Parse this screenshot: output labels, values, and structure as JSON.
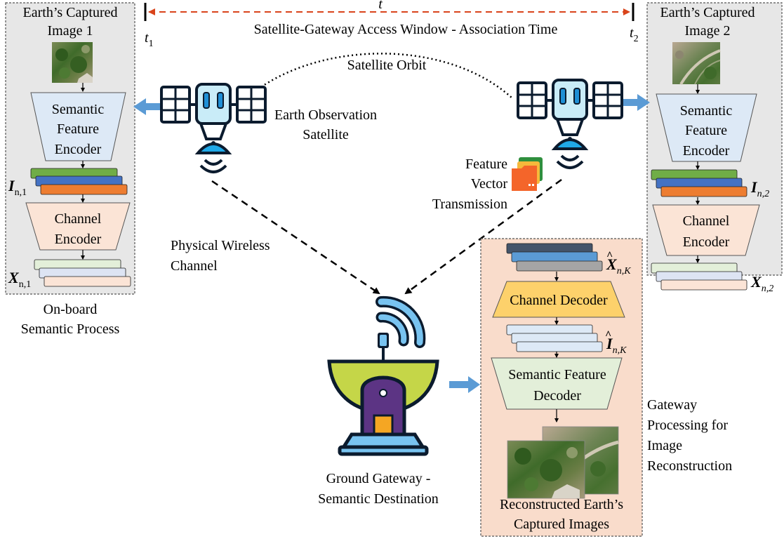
{
  "timeline": {
    "t_label": "t",
    "t1_label": "t",
    "t1_sub": "1",
    "t2_label": "t",
    "t2_sub": "2",
    "caption": "Satellite-Gateway Access Window -  Association Time"
  },
  "orbit_label": "Satellite Orbit",
  "left_panel": {
    "title_line1": "Earth’s Captured",
    "title_line2": "Image 1",
    "encoder_line1": "Semantic",
    "encoder_line2": "Feature",
    "encoder_line3": "Encoder",
    "feature_symbol": "I",
    "feature_sub": "n,1",
    "channel_line1": "Channel",
    "channel_line2": "Encoder",
    "signal_symbol": "X",
    "signal_sub": "n,1",
    "caption_line1": "On-board",
    "caption_line2": "Semantic Process"
  },
  "right_panel": {
    "title_line1": "Earth’s Captured",
    "title_line2": "Image 2",
    "encoder_line1": "Semantic",
    "encoder_line2": "Feature",
    "encoder_line3": "Encoder",
    "feature_symbol": "I",
    "feature_sub": "n,2",
    "channel_line1": "Channel",
    "channel_line2": "Encoder",
    "signal_symbol": "X",
    "signal_sub": "n,2"
  },
  "satellite_left_label_line1": "Earth Observation",
  "satellite_left_label_line2": "Satellite",
  "transmission_label_line1": "Feature",
  "transmission_label_line2": "Vector",
  "transmission_label_line3": "Transmission",
  "channel_label_line1": "Physical Wireless",
  "channel_label_line2": "Channel",
  "gateway_label_line1": "Ground Gateway -",
  "gateway_label_line2": "Semantic Destination",
  "decoder_panel": {
    "received_symbol": "X",
    "received_sub": "n,K",
    "channel_decoder": "Channel Decoder",
    "recovered_symbol": "I",
    "recovered_sub": "n,K",
    "semantic_decoder_line1": "Semantic Feature",
    "semantic_decoder_line2": "Decoder",
    "output_line1": "Reconstructed Earth’s",
    "output_line2": "Captured Images"
  },
  "gateway_process_line1": "Gateway",
  "gateway_process_line2": "Processing for",
  "gateway_process_line3": "Image",
  "gateway_process_line4": "Reconstruction",
  "colors": {
    "panel_fill": "#e7e7e7",
    "decoder_panel_fill": "#f9dccb",
    "encoder_fill": "#dde9f6",
    "channel_encoder_fill": "#fbe4d6",
    "channel_decoder_fill": "#fdd16b",
    "semantic_decoder_fill": "#e3efd9",
    "timeline_arrow": "#d9441b",
    "block_arrow": "#5b9bd5",
    "feature_green": "#70ad47",
    "feature_blue": "#4472c4",
    "feature_orange": "#ed7d31",
    "received_dark": "#44546a",
    "received_blue": "#5b9bd5",
    "received_gray": "#a5a5a5"
  }
}
